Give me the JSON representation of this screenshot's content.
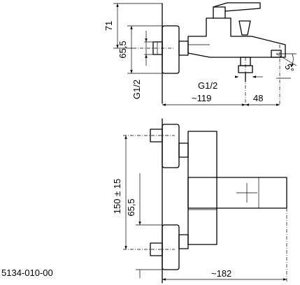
{
  "labels": {
    "dim_71": "71",
    "dim_65_5_top": "65,5",
    "dim_g12_vertical": "G1/2",
    "dim_g12_horizontal": "G1/2",
    "dim_119": "~119",
    "dim_48": "48",
    "dim_angle": "5°",
    "dim_150": "150 ± 15",
    "dim_65_5_front": "65,5",
    "dim_182": "~182"
  },
  "product_code": "5134-010-00"
}
